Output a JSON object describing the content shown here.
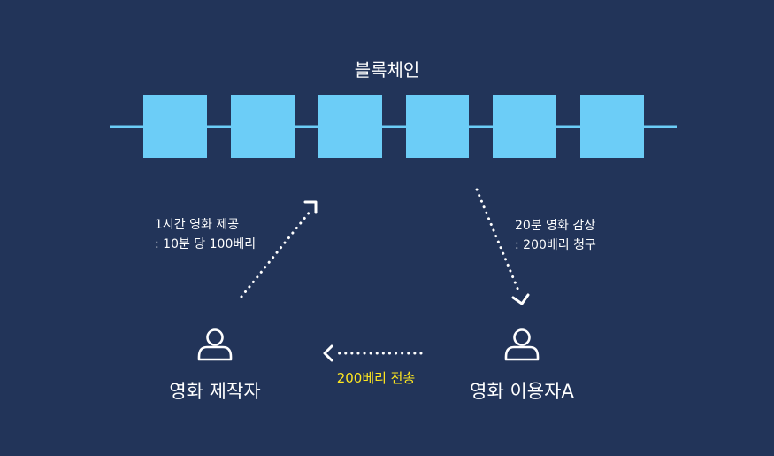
{
  "diagram": {
    "title": "블록체인",
    "blocks": [
      {
        "id": "block-1"
      },
      {
        "id": "block-2"
      },
      {
        "id": "block-3"
      },
      {
        "id": "block-4"
      },
      {
        "id": "block-5"
      },
      {
        "id": "block-6"
      }
    ],
    "note_producer": {
      "line1": "1시간 영화 제공",
      "line2": ": 10분 당 100베리"
    },
    "note_viewer": {
      "line1": "20분 영화 감상",
      "line2": ": 200베리 청구"
    },
    "producer": {
      "label": "영화 제작자",
      "icon": "person-icon"
    },
    "viewer": {
      "label": "영화 이용자A",
      "icon": "person-icon"
    },
    "transfer": {
      "label": "200베리 전송"
    },
    "colors": {
      "background": "#223459",
      "block": "#6ccdf7",
      "chain_line": "#6ccdf7",
      "arrow": "#ffffff",
      "text": "#ffffff",
      "highlight_text": "#ffe71f"
    }
  }
}
